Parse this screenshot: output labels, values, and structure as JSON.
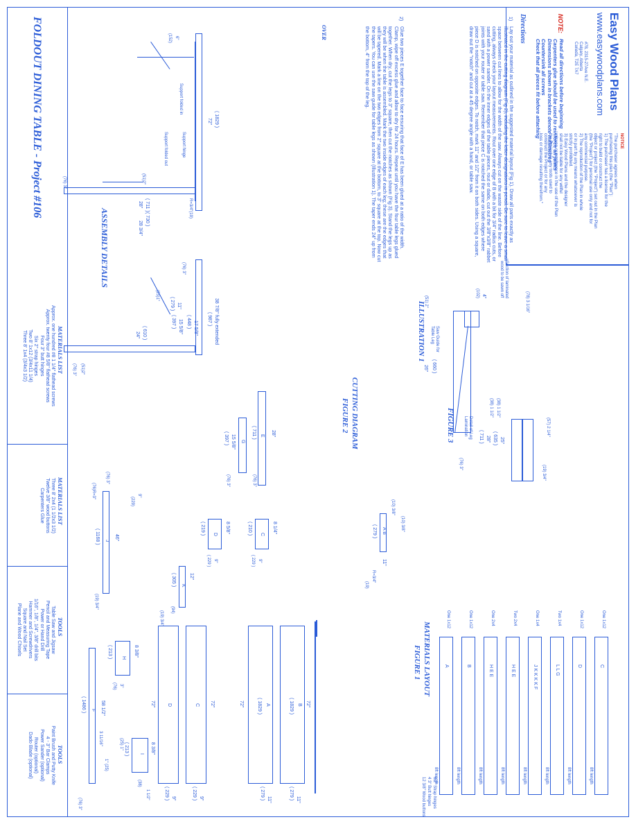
{
  "header": {
    "brand": "Easy Wood Plans",
    "url": "www.easywoodplans.com",
    "address_1": "#78, 2315-27Ave N.E.",
    "address_2": "Calgary, Alberta",
    "address_3": "Canada, T2E 7A7"
  },
  "notice": {
    "title": "NOTICE",
    "lines": [
      "\"The purchaser agrees when",
      "purchasing this plan (the \"Plan\"):",
      "1) The purchaser has a license for the",
      "right to build or construct the",
      "object or project (the \"Project\") set out in the Plan",
      "(the \"Project\") for personal use only and not for",
      "any commercial purpose.",
      "2) The reproduction of the Plan in whole",
      "or in part by any means whatsoever is",
      "strictly prohibited.",
      "3) Easy Wood Plans and the designer",
      "shall not be liable for any willful",
      "misuse or negligence in the use of the Plan",
      "the Project or any tools used to",
      "construct the Project or for any",
      "loss or damage resulting therefrom.\""
    ]
  },
  "note": {
    "label": "NOTE:",
    "lines": [
      "Read all directions before beginning",
      "Carpenters glue should be used to reinforce all joints",
      "Dimensions shown in brackets denote millimetres",
      "Countersink all screws",
      "Check that all pieces fit before attaching"
    ]
  },
  "directions": {
    "title": "Directions",
    "step1_num": "1)",
    "step1": "Lay out your material as outlined in the suggested material layout (Fig 1). Draw all parts exactly as illustrated in the cutting diagram (Fig 2), including the letter designations in pencil. Be sure to leave a small space between cut lines to allow for the width of the saw. Always cut on the waste side of the line. Before cutting, always check your layout measurements. Rout over one edge of B with a bit for 3/4\" radius cuts, or sand with a power sander. On the inner edges of the table pieces, rout or dado, cut out the 3/8\"x3/8\" rabbet joints with your router or table saw. Remember that piece C is notched the same on both edges where piece D is notched on opposite edges. To notch, mark 11\" and 1/2\" from it on both sides. Using a square, draw out the \"notch\" and cut at a 45 degree angle with a hand, or table saw.",
    "step2_num": "2)",
    "step2": "Glue two pieces E together face to face ensuring that face of E has been glued at a ratio of the width. Clamp, wipe off excess glue and allow to dry for 24 hours. Repeat until you have the four table legs glued together. When dry, cut the legs to 3\" square, then cut the notches as shown (Fig 3). Stand the legs up as they will be when the table is assembled. Mark the two inside edges of each leg; these are the edges that will be tapered. Mark a line on the two edges from 2\" square at the bottom, to 3\" square at the top. Now cut the tapers. You can use the saw guide for table legs as shown (Illustration 1). The taper ends 24\" up from the bottom, 4\" from the top of the leg.",
    "over": "OVER"
  },
  "title_block": {
    "title": "FOLDOUT DINING TABLE  -  Project #106"
  },
  "assembly": {
    "caption": "ASSEMBLY DETAILS",
    "labels": {
      "d72": "72\"",
      "d72mm": "( 1829 )",
      "d6": "6\"",
      "d6mm": "(152)",
      "support_folded_in": "Support folded in",
      "support_hinge": "Support hinge",
      "support_folded_out": "Support folded out",
      "r34": "R=3/4\"(19)",
      "d3a": "(76) 3\"",
      "d1_12": "(51)2\"",
      "d28": "28\"",
      "d28mm": "( 711 )",
      "d28_34": "28 3/4\"",
      "d28_34mm": "( 730 )",
      "d38_78": "38 7/8\" fully extended",
      "d38_78mm": "( 987 )",
      "d17_58": "17 5/8\"",
      "d17_58mm": "( 448 )",
      "d15_58": "15 5/8\"",
      "d15_58mm": "( 397 )",
      "d11": "11\"",
      "d11mm": "( 279 )",
      "d24": "24\"",
      "d24mm": "( 610 )",
      "d1b": "(25)1\"",
      "d3b": "(76) 3\"",
      "d2b": "(51)2\"",
      "d3c": "(76) 3\""
    }
  },
  "illustration1": {
    "caption": "ILLUSTRATION 1",
    "section_label": "Section of laminated wood to be sawn off",
    "saw_guide": "Saw Guide for Table Leg",
    "d3_116": "(78) 3 1/16\"",
    "d4": "4\"",
    "d4mm": "(102)",
    "d2": "(51) 2\"",
    "d26": "26\"",
    "d26mm": "( 660 )"
  },
  "figure3": {
    "caption": "FIGURE 3",
    "detail": "Detail of Leg Lamination",
    "d28": "28\"",
    "d28mm": "( 711 )",
    "d25": "25\"",
    "d25mm": "( 635 )",
    "d1_12": "(38) 1 1/2\"",
    "d1_12b": "(38) 1 1/2\"",
    "d2_14": "(57) 2 1/4\"",
    "d3": "(76) 3\"",
    "d34": "(19) 3/4\""
  },
  "cutting": {
    "caption_1": "CUTTING DIAGRAM",
    "caption_2": "FIGURE 2",
    "parts": {
      "E_len": "28\"",
      "E_mm": "( 711 )",
      "E": "E",
      "G_len": "15 5/8\"",
      "G_mm": "( 397 )",
      "G": "G",
      "d3a": "(76) 3\"",
      "d3b": "(76) 3\"",
      "A_len": "11\"",
      "A_mm": "( 279 )",
      "AB": "A  B",
      "d38": "(10) 3/8\"",
      "d38b": "(10) 3/8\"",
      "r34": "R=3/4\"",
      "r34mm": "(19)",
      "C_len": "8 1/4\"",
      "C_mm": "( 210 )",
      "C": "C",
      "d9": "9\"",
      "d9mm": "( 229 )",
      "D_len": "8 5/8\"",
      "D_mm": "( 219 )",
      "D": "D",
      "D_len2": "8 5/8\"",
      "D_mm2": "( 219 )",
      "d9b": "9\"",
      "d9bmm": "( 229 )",
      "K_len": "12\"",
      "K_mm": "( 305 )",
      "K": "K",
      "d94": "(94)",
      "d19a": "(19) 3/4\"",
      "J_len": "46\"",
      "J_mm": "( 1168 )",
      "J": "J",
      "d19b": "(19) 3/4\"",
      "d9c": "9\"",
      "d9cmm": "(229)",
      "d3c": "(76) 3\"",
      "r3": "(76)R=3\"",
      "T72a": "72\"",
      "T72amm": "( 1829 )",
      "TA": "A",
      "T72b": "72\"",
      "T72bmm": "( 1829 )",
      "TB": "B",
      "T72c": "72\"",
      "TC": "C",
      "T72d": "72\"",
      "TD": "D",
      "W11a": "11\"",
      "W11amm": "( 279 )",
      "W11b": "11\"",
      "W11bmm": "( 279 )",
      "W9a": "9\"",
      "W9amm": "( 229 )",
      "W9b": "9\"",
      "W9bmm": "( 229 )",
      "H_len": "8 3/8\"",
      "H_mm": "( 213 )",
      "H": "H",
      "H3": "3\"",
      "H3mm": "(76)",
      "F_len": "58 1/2\"",
      "F_mm": "( 1486 )",
      "F": "F",
      "F3": "(76) 3\"",
      "I_len": "8 3/8\"",
      "I_mm": "( 213 )",
      "I": "I",
      "d3_1116": "3 11/16\"",
      "d1": "(25) 1\"",
      "d1b": "1\" (25)",
      "d1_12": "1 1/2\"",
      "d1_12mm": "(38)"
    }
  },
  "layout": {
    "caption_1": "MATERIALS LAYOUT",
    "caption_2": "FIGURE 1",
    "rows": [
      {
        "qty": "One 1x12",
        "part": "C",
        "len": "8ft length"
      },
      {
        "qty": "One 1x12",
        "part": "D",
        "len": "8ft length"
      },
      {
        "qty": "Two 1x4",
        "part": "L  L   G",
        "len": "8ft length"
      },
      {
        "qty": "One 1x4",
        "part": "J   K  K  K  K  F",
        "len": "8ft length"
      },
      {
        "qty": "Two 2x4",
        "part": "H  E  E",
        "len": "8ft length"
      },
      {
        "qty": "One 2x4",
        "part": "H  E  E",
        "len": "8ft length"
      },
      {
        "qty": "One 1x12",
        "part": "B",
        "len": "8ft length"
      },
      {
        "qty": "One 1x12",
        "part": "A",
        "len": "8ft length"
      }
    ],
    "hinge_note_1": "6  2\" Strap hinges",
    "hinge_note_2": "4  3\" Butt hinges",
    "hinge_note_3": "12  3/8\" Wood buttons"
  },
  "materials_list_1": {
    "title": "MATERIALS LIST",
    "lines": [
      "Approx. one hundred #8 1 1/4\" flathead screws",
      "Approx. twenty four #8 5/8\" flathead screws",
      "Four 3\" butt hinges",
      "Six 2\" strap hinges",
      "Two 8' 1x12 (3/4x11 1/4)",
      "Three 8' 1x4 (3/4x3 1/2)"
    ]
  },
  "materials_list_2": {
    "title": "MATERIALS LIST",
    "lines": [
      "Three 8' 2x4 (1 1/2x3 1/2)",
      "Twelve 3/8\" wood buttons",
      "Carpenters Glue"
    ]
  },
  "tools_1": {
    "title": "TOOLS",
    "lines": [
      "Table Saw and Jigsaw",
      "Pencil and Measuring Tape",
      "Power or Hand Drill",
      "1/16\", 1/8\", 1/4\", 3/8\" drill bits",
      "Hammer and Screwdrivers",
      "Square and Nail Set",
      "Plane and Wood Chisels"
    ]
  },
  "tools_2": {
    "title": "TOOLS",
    "lines": [
      "Paint Brush and Putty Knife",
      "4 - 3\" Bar Clamps",
      "Power Sander (optional)",
      "Router (optional)",
      "Dado Blade (optional)"
    ]
  }
}
